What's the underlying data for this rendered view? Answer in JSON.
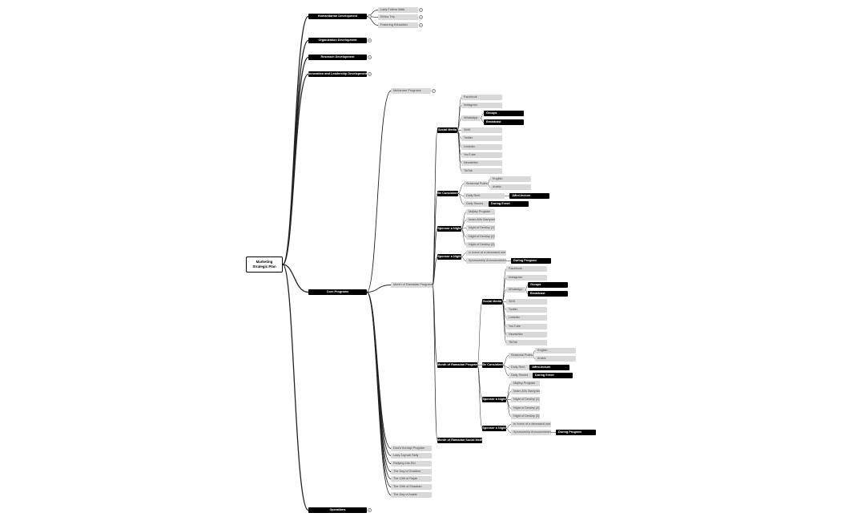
{
  "root": "Marketing Strategic Plan",
  "colors": {
    "dark": "#000000",
    "grey": "#d9d9d9",
    "edge": "#222222"
  },
  "nodes": {
    "hum": "Humanitarian Development",
    "hum1": "Lady Fatima Walk",
    "hum2": "Ethics Trip",
    "hum3": "Fostering Education",
    "org": "Organization Development",
    "res": "Research Development",
    "inn": "Innovation and Leadership Development",
    "core": "Core Programs",
    "muh": "Muharram Programs",
    "mrp": "Month of Ramadan Programs",
    "sm1": "Social Media",
    "sm1_fb": "Facebook",
    "sm1_ig": "Instagram",
    "sm1_wa": "WhatsApp",
    "sm1_grp": "Groups",
    "sm1_brd": "Broadcast",
    "sm1_sms": "SMS",
    "sm1_tw": "Twitter",
    "sm1_li": "LinkedIn",
    "sm1_yt": "YouTube",
    "sm1_nl": "Newsletter",
    "sm1_tt": "TikTok",
    "bc1": "Be Consistent",
    "bc1_sp": "Seasonal Posts",
    "bc1_en": "English",
    "bc1_ar": "Arabic",
    "bc1_dr": "Daily Reel",
    "bc1_dl": "1Mini-lecture",
    "bc1_ds": "Daily Stories",
    "bc1_de": "During Event",
    "sn1": "Sponsor a Night",
    "sn1_mp": "Majlisy Program",
    "sn1_ia": "Imam Ali's Martyrdom",
    "sn1_n1": "Night of Destiny (1)",
    "sn1_n2": "Night of Destiny (2)",
    "sn1_n3": "Night of Destiny (3)",
    "sn2": "Sponsor a Night",
    "sn2_hon": "In honor of a deceased one",
    "sn2_ann": "Sponsorship Announcement",
    "sn2_dp": "During Program",
    "mrp2": "Month of Ramadan Program",
    "sm2": "Social Media",
    "sm2_fb": "Facebook",
    "sm2_ig": "Instagram",
    "sm2_wa": "WhatsApp",
    "sm2_grp": "Groups",
    "sm2_brd": "Broadcast",
    "sm2_sms": "SMS",
    "sm2_tw": "Twitter",
    "sm2_li": "LinkedIn",
    "sm2_yt": "YouTube",
    "sm2_nl": "Newsletter",
    "sm2_tt": "TikTok",
    "bc2": "Be Consistent",
    "bc2_sp": "Seasonal Posts",
    "bc2_en": "English",
    "bc2_ar": "Arabic",
    "bc2_dr": "Daily Reel",
    "bc2_dl": "1Mini-lecture",
    "bc2_ds": "Daily Stories",
    "bc2_de": "During Event",
    "sn3": "Sponsor a Night",
    "sn3_mp": "Majlisy Program",
    "sn3_ia": "Imam Ali's Martyrdom",
    "sn3_n1": "Night of Destiny (1)",
    "sn3_n2": "Night of Destiny (2)",
    "sn3_n3": "Night of Destiny (3)",
    "sn4": "Sponsor a Night",
    "sn4_hon": "In honor of a deceased one",
    "sn4_ann": "Sponsorship Announcement",
    "sn4_dp": "During Program",
    "mrsm": "Month of Ramadan Social Media",
    "dk": "Dua'a Kumayl Program",
    "lz": "Lady Zaynab Rally",
    "re": "Rallying Into Eid",
    "ga": "The Day of Ghadeer",
    "rj": "The 13th of Rajab",
    "sh": "The 15th of Shaaban",
    "ar": "The Day of Arafat",
    "ops": "Operations"
  }
}
